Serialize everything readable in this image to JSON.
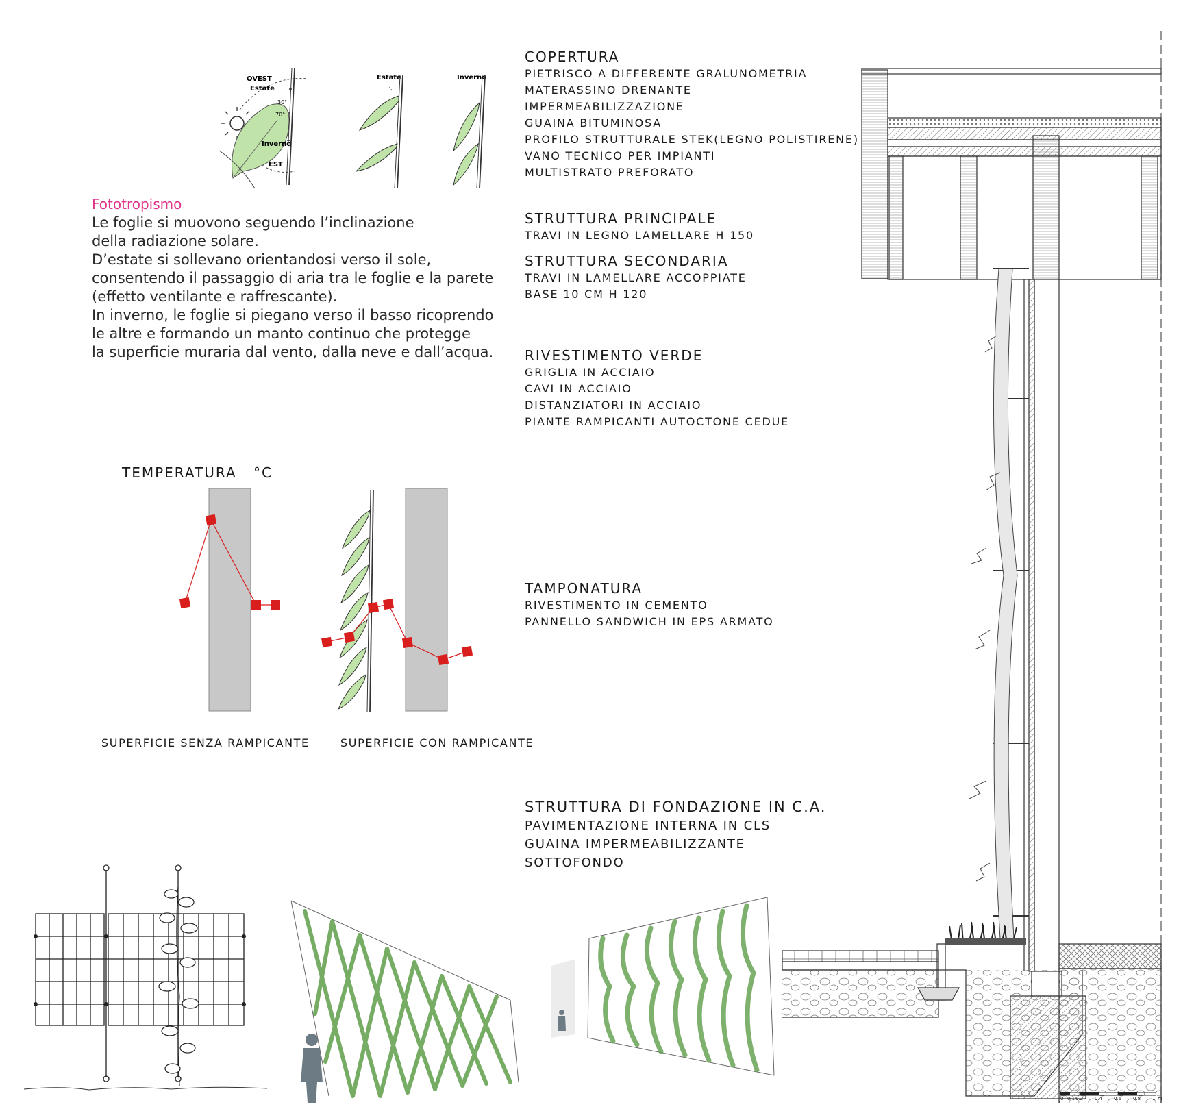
{
  "leaf_diagram": {
    "ovest": "OVEST",
    "estate_sun": "Estate",
    "angle_30": "30°",
    "angle_70": "70°",
    "inverno_sun": "Inverno",
    "est": "EST",
    "estate_label": "Estate",
    "inverno_label": "Inverno"
  },
  "fototropismo": {
    "title": "Fototropismo",
    "lines": [
      "Le foglie si muovono seguendo l’inclinazione",
      "della radiazione solare.",
      "D’estate si sollevano orientandosi verso il sole,",
      "consentendo il passaggio di aria tra le foglie e la parete",
      "(effetto ventilante e raffrescante).",
      "In inverno, le foglie si piegano verso il basso ricoprendo",
      "le altre e formando un manto continuo che protegge",
      "la superficie muraria dal vento, dalla neve e dall’acqua."
    ]
  },
  "legend": {
    "copertura": {
      "title": "COPERTURA",
      "items": [
        "PIETRISCO A DIFFERENTE GRALUNOMETRIA",
        "MATERASSINO DRENANTE",
        "IMPERMEABILIZZAZIONE",
        "GUAINA BITUMINOSA",
        "PROFILO STRUTTURALE STEK(LEGNO POLISTIRENE)",
        "VANO TECNICO PER IMPIANTI",
        "MULTISTRATO PREFORATO"
      ]
    },
    "struttura_principale": {
      "title": "STRUTTURA PRINCIPALE",
      "items": [
        "TRAVI IN LEGNO LAMELLARE H 150"
      ]
    },
    "struttura_secondaria": {
      "title": "STRUTTURA SECONDARIA",
      "items": [
        "TRAVI IN LAMELLARE ACCOPPIATE",
        "BASE 10 CM H 120"
      ]
    },
    "rivestimento_verde": {
      "title": "RIVESTIMENTO VERDE",
      "items": [
        "GRIGLIA IN ACCIAIO",
        "CAVI IN ACCIAIO",
        "DISTANZIATORI IN ACCIAIO",
        "PIANTE RAMPICANTI AUTOCTONE CEDUE"
      ]
    },
    "tamponatura": {
      "title": "TAMPONATURA",
      "items": [
        "RIVESTIMENTO IN CEMENTO",
        "PANNELLO SANDWICH IN EPS ARMATO"
      ]
    },
    "fondazione": {
      "title": "STRUTTURA DI FONDAZIONE IN C.A.",
      "items": [
        "PAVIMENTAZIONE INTERNA IN CLS",
        "GUAINA IMPERMEABILIZZANTE",
        "SOTTOFONDO"
      ]
    }
  },
  "temperature": {
    "title": "TEMPERATURA",
    "unit": "°C",
    "caption_left": "SUPERFICIE SENZA RAMPICANTE",
    "caption_right": "SUPERFICIE CON RAMPICANTE"
  },
  "scale_bar": {
    "ticks": [
      "0",
      "0.1",
      "0.2",
      "0.4",
      "0.6",
      "0.8",
      "1",
      "m"
    ]
  },
  "colors": {
    "accent_magenta": "#e0338a",
    "marker_red": "#d91e1e",
    "wall_gray": "#c8c8c8",
    "leaf_green": "#bfe3a8",
    "plant_green": "#5f9e4a"
  }
}
